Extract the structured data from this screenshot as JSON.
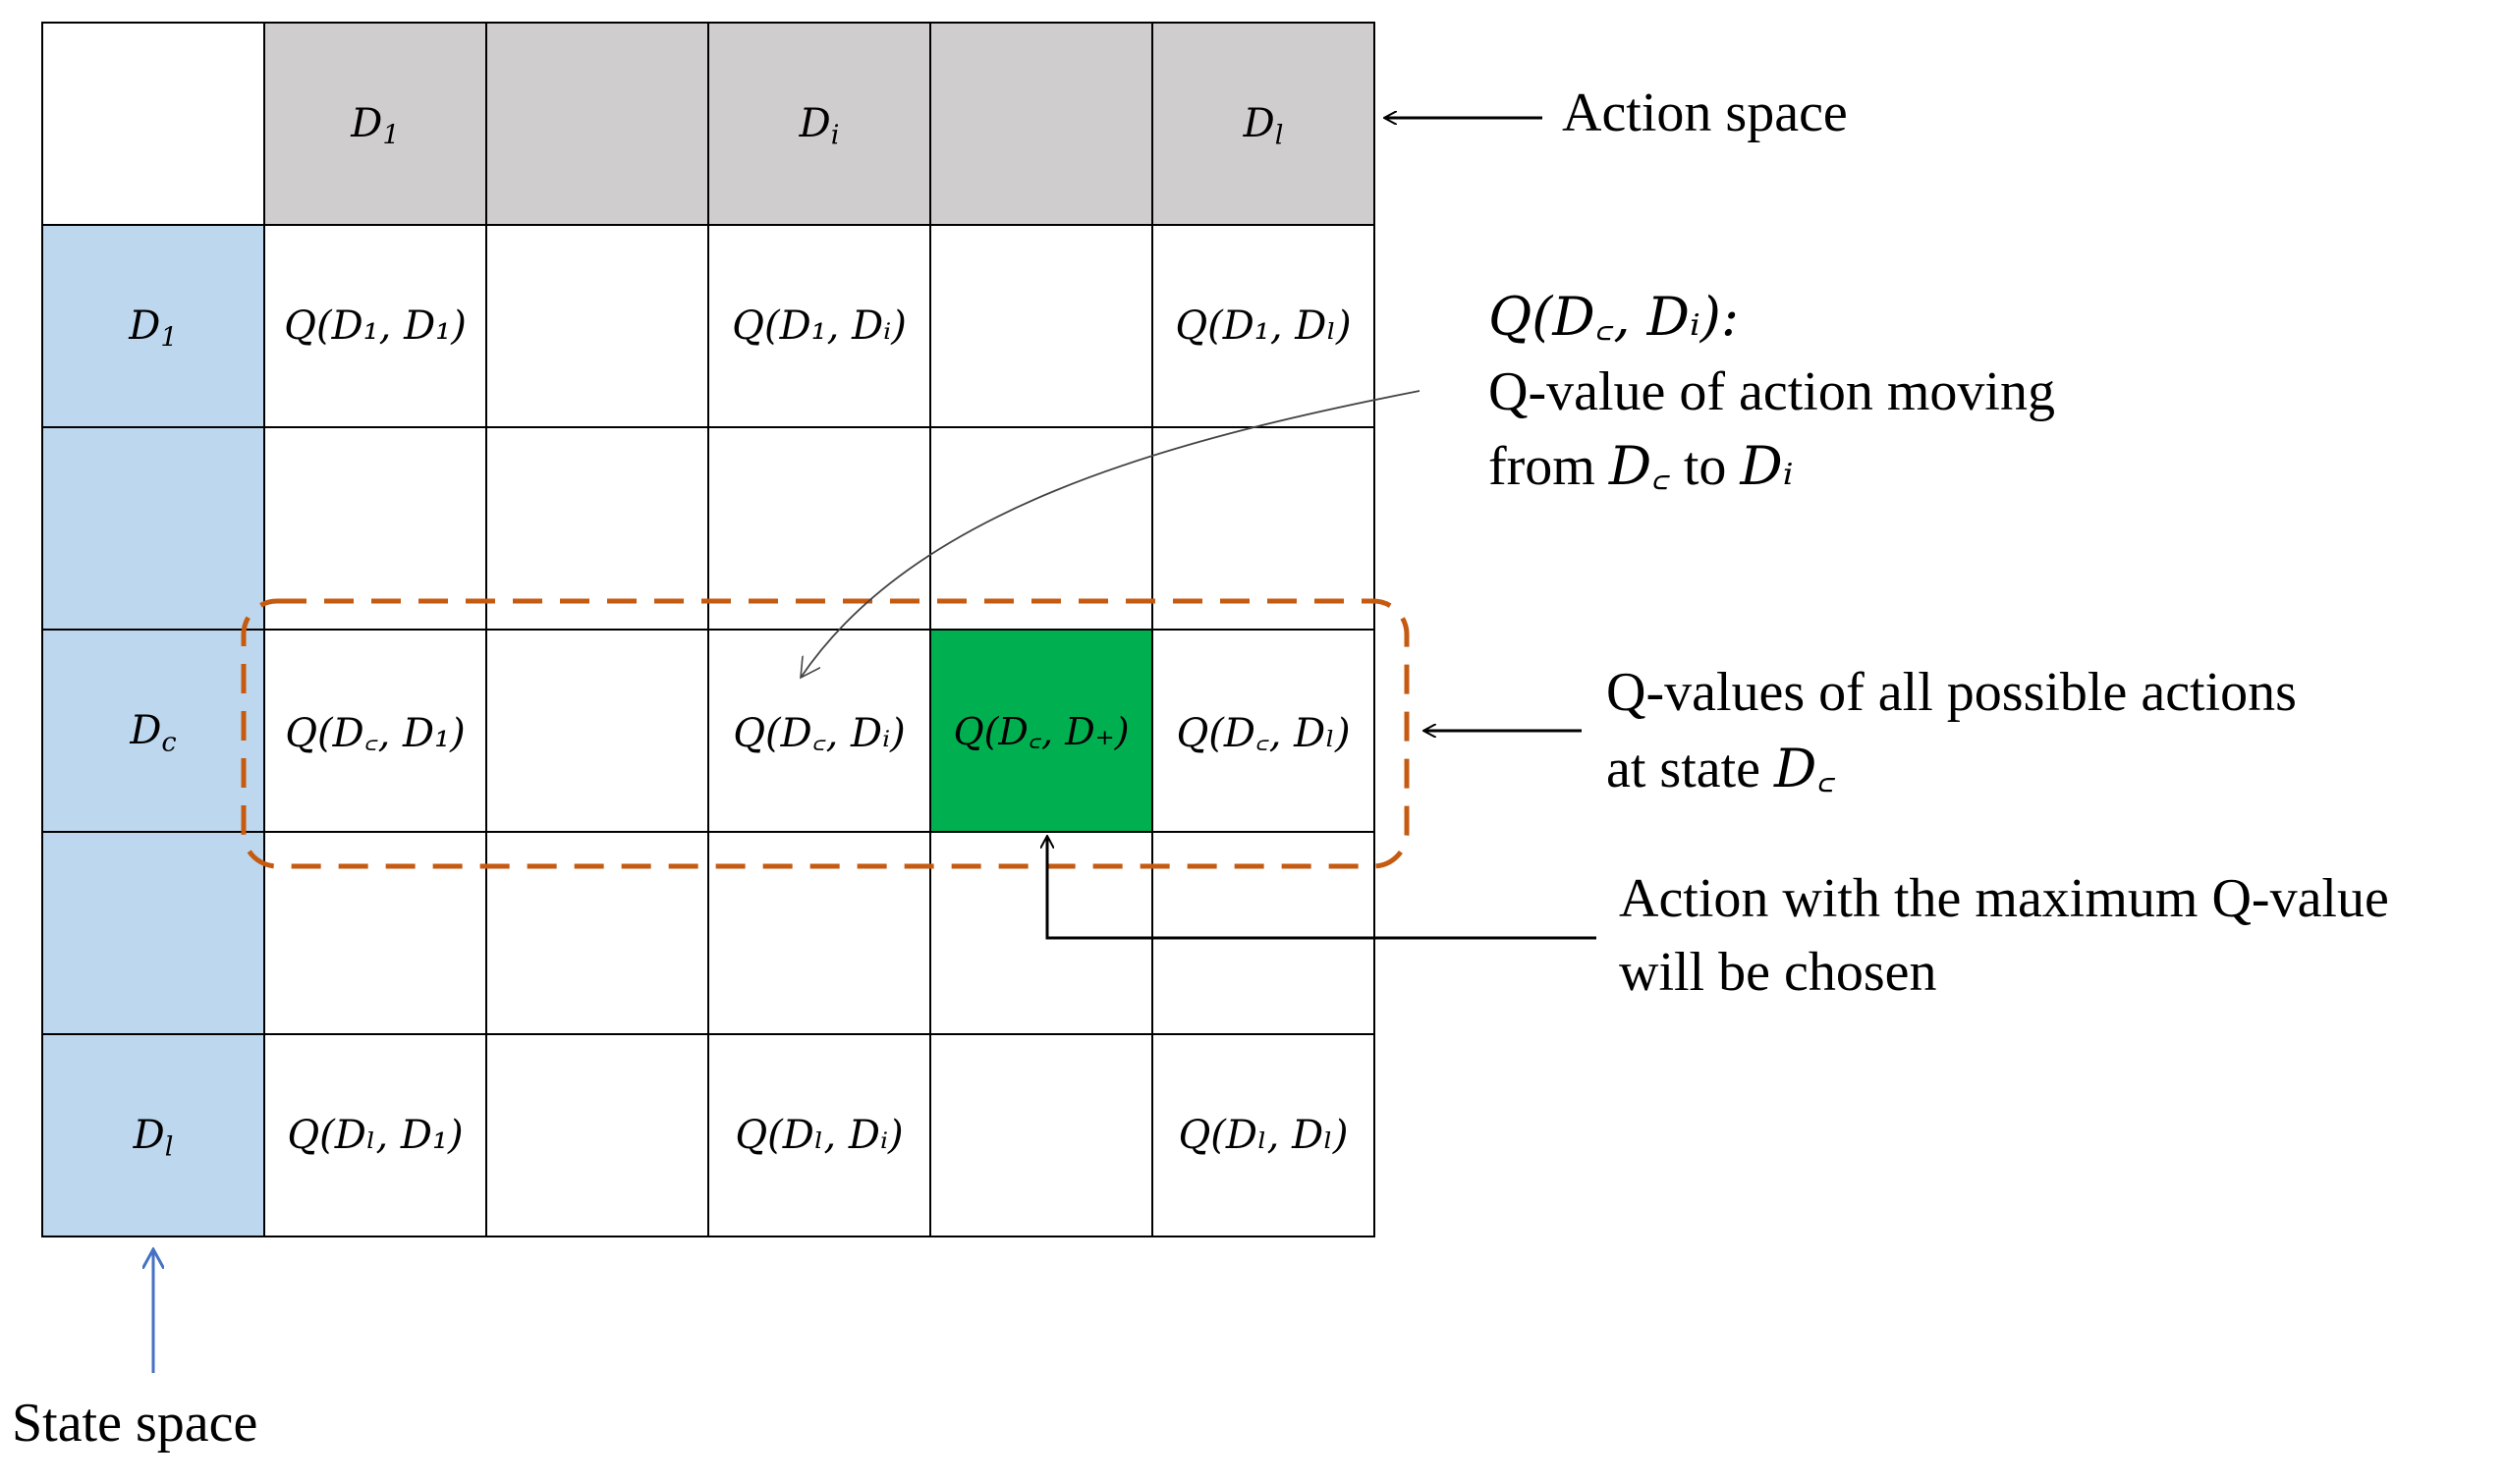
{
  "grid": {
    "header_cells": [
      {
        "main": "D",
        "sub": "1"
      },
      {
        "main": "",
        "sub": ""
      },
      {
        "main": "D",
        "sub": "i"
      },
      {
        "main": "",
        "sub": ""
      },
      {
        "main": "D",
        "sub": "l"
      }
    ],
    "row_labels": [
      {
        "main": "D",
        "sub": "1"
      },
      {
        "main": "",
        "sub": ""
      },
      {
        "main": "D",
        "sub": "c"
      },
      {
        "main": "",
        "sub": ""
      },
      {
        "main": "D",
        "sub": "l"
      }
    ],
    "rows": [
      [
        "Q(D₁, D₁)",
        "",
        "Q(D₁, Dᵢ)",
        "",
        "Q(D₁, Dₗ)"
      ],
      [
        "",
        "",
        "",
        "",
        ""
      ],
      [
        "Q(D꜀, D₁)",
        "",
        "Q(D꜀, Dᵢ)",
        "Q(D꜀, D₊)",
        "Q(D꜀, Dₗ)"
      ],
      [
        "",
        "",
        "",
        "",
        ""
      ],
      [
        "Q(Dₗ, D₁)",
        "",
        "Q(Dₗ, Dᵢ)",
        "",
        "Q(Dₗ, Dₗ)"
      ]
    ],
    "highlight": {
      "row": 2,
      "col": 3
    }
  },
  "labels": {
    "action_space": "Action space",
    "state_space": "State space",
    "q_example_math": "Q(D꜀, Dᵢ):",
    "q_example_line1": "Q-value of action moving",
    "q_example_from": "from",
    "q_example_dc": "D꜀",
    "q_example_to": "to",
    "q_example_di": "Dᵢ",
    "all_actions_line1": "Q-values of all possible actions",
    "all_actions_line2_prefix": "at state",
    "all_actions_line2_math": "D꜀",
    "max_line1": "Action with the maximum Q-value",
    "max_line2": "will be chosen"
  },
  "colors": {
    "header_fill": "#cfcdcd",
    "state_fill": "#bdd7ee",
    "max_fill": "#00b050",
    "dashed_outline": "#c55a11",
    "state_arrow": "#4472c4",
    "grid_line": "#000000"
  }
}
